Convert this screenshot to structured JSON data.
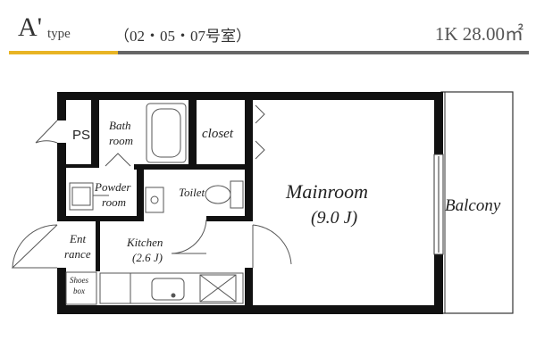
{
  "header": {
    "type_letter": "A'",
    "type_word": "type",
    "room_numbers": "（02・05・07号室）",
    "spec": "1K 28.00㎡"
  },
  "colors": {
    "accent": "#e8b424",
    "rule": "#666666",
    "wall": "#111111",
    "fixture": "#555555"
  },
  "rooms": {
    "ps": "PS",
    "bath_1": "Bath",
    "bath_2": "room",
    "closet": "closet",
    "powder_1": "Powder",
    "powder_2": "room",
    "toilet": "Toilet",
    "main_1": "Mainroom",
    "main_2": "(9.0 J)",
    "balcony": "Balcony",
    "entrance_1": "Ent",
    "entrance_2": "rance",
    "kitchen_1": "Kitchen",
    "kitchen_2": "(2.6 J)",
    "shoes_1": "Shoes",
    "shoes_2": "box"
  }
}
